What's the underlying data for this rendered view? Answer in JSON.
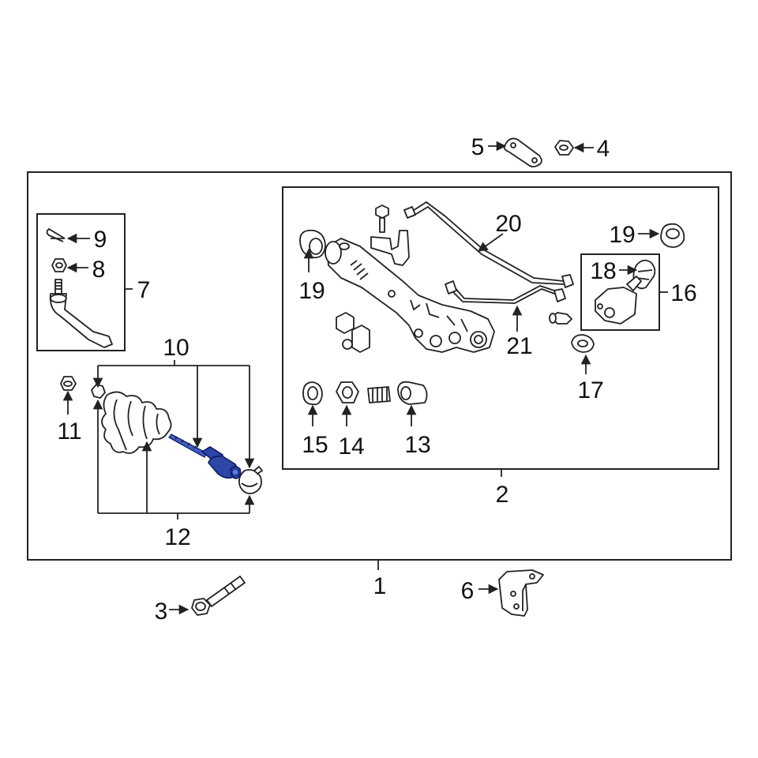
{
  "callouts": [
    {
      "id": "c1",
      "text": "1"
    },
    {
      "id": "c2",
      "text": "2"
    },
    {
      "id": "c3",
      "text": "3"
    },
    {
      "id": "c4",
      "text": "4"
    },
    {
      "id": "c5",
      "text": "5"
    },
    {
      "id": "c6",
      "text": "6"
    },
    {
      "id": "c7",
      "text": "7"
    },
    {
      "id": "c8",
      "text": "8"
    },
    {
      "id": "c9",
      "text": "9"
    },
    {
      "id": "c10",
      "text": "10"
    },
    {
      "id": "c11",
      "text": "11"
    },
    {
      "id": "c12",
      "text": "12"
    },
    {
      "id": "c13",
      "text": "13"
    },
    {
      "id": "c14",
      "text": "14"
    },
    {
      "id": "c15",
      "text": "15"
    },
    {
      "id": "c16",
      "text": "16"
    },
    {
      "id": "c17",
      "text": "17"
    },
    {
      "id": "c18",
      "text": "18"
    },
    {
      "id": "c19a",
      "text": "19"
    },
    {
      "id": "c19b",
      "text": "19"
    },
    {
      "id": "c20",
      "text": "20"
    },
    {
      "id": "c21",
      "text": "21"
    }
  ],
  "highlighted_part": "10",
  "highlight_color": "#2d47a8"
}
